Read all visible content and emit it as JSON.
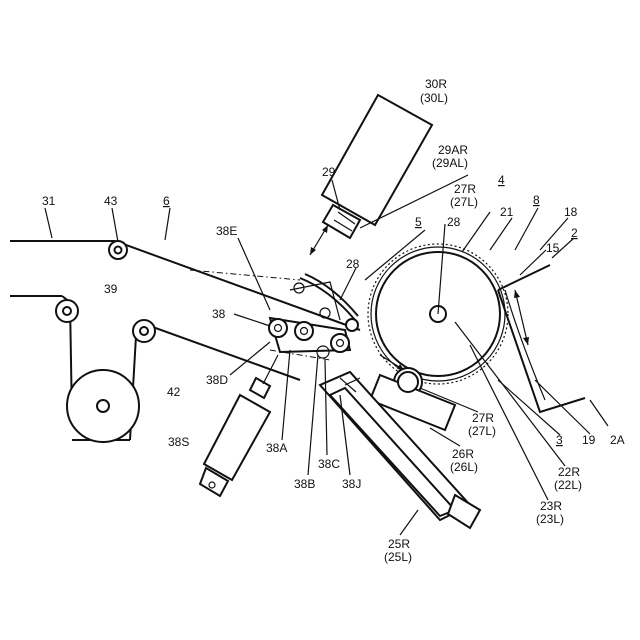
{
  "labels": {
    "l31": "31",
    "l43": "43",
    "l6": "6",
    "l39": "39",
    "l42": "42",
    "l38E": "38E",
    "l38": "38",
    "l38D": "38D",
    "l38S": "38S",
    "l38A": "38A",
    "l38B": "38B",
    "l38C": "38C",
    "l38J": "38J",
    "l29": "29",
    "l29AR": "29AR",
    "l29AL": "(29AL)",
    "l30R": "30R",
    "l30L": "(30L)",
    "l27R_top": "27R",
    "l27L_top": "(27L)",
    "l28a": "28",
    "l28b": "28",
    "l5": "5",
    "l4": "4",
    "l21": "21",
    "l8": "8",
    "l18": "18",
    "l2": "2",
    "l15": "15",
    "l27R_bot": "27R",
    "l27L_bot": "(27L)",
    "l26R": "26R",
    "l26L": "(26L)",
    "l3": "3",
    "l19": "19",
    "l2A": "2A",
    "l22R": "22R",
    "l22L": "(22L)",
    "l23R": "23R",
    "l23L": "(23L)",
    "l25R": "25R",
    "l25L": "(25L)"
  },
  "colors": {
    "ink": "#111111",
    "paper": "#ffffff"
  }
}
